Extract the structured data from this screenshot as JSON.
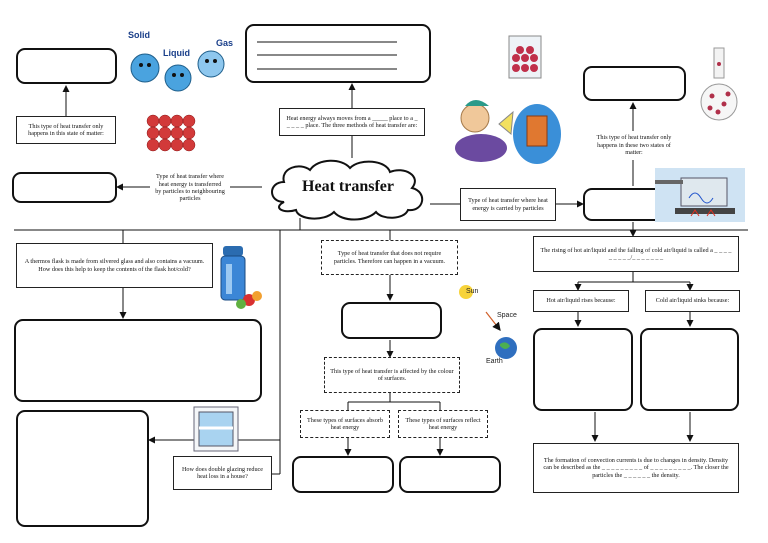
{
  "title": "Heat transfer",
  "boxes": {
    "state_matter": "This type of heat transfer only happens in this state of matter:",
    "conduction_def": "Type of heat transfer where heat energy is transferred by particles to neighbouring particles",
    "moves_from": "Heat energy always moves from a _____ place to a _ _ _ _ _ place. The three methods of heat transfer are:",
    "two_states": "This type of heat transfer only happens in these two states of matter:",
    "convection_def": "Type of heat transfer where heat energy is carried by particles",
    "thermos": "A thermos flask is made from silvered glass and also contains a vacuum. How does this help to keep the contents of the flask hot/cold?",
    "radiation_def": "Type of heat transfer that does not require particles. Therefore can happen in a vacuum.",
    "colour": "This type of heat transfer is affected by the colour of surfaces.",
    "absorb": "These types of surfaces absorb heat energy",
    "reflect": "These types of surfaces reflect heat energy",
    "glazing": "How does double glazing reduce heat loss in a house?",
    "rising": "The rising of hot air/liquid and the falling of cold air/liquid is called a _ _ _ _ _ _ _ _ _/_ _ _ _ _ _ _",
    "hot_rises": "Hot air/liquid rises because:",
    "cold_sinks": "Cold air/liquid sinks because:",
    "formation": "The formation of convection currents is due to changes in density. Density can be described as the _ _ _ _ _ _ _ _ _ of _ _ _ _ _ _ _ _ _. The closer the particles the _ _ _ _ _ _ the density."
  },
  "clipart": {
    "solid": "Solid",
    "liquid": "Liquid",
    "gas": "Gas",
    "sun": "Sun",
    "space": "Space",
    "earth": "Earth"
  }
}
